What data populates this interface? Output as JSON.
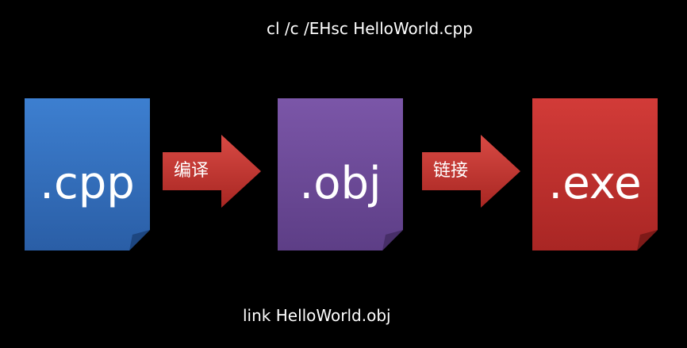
{
  "commands": {
    "compile": "cl /c /EHsc HelloWorld.cpp",
    "link": "link HelloWorld.obj"
  },
  "files": {
    "cpp": {
      "label": ".cpp",
      "color_top": "#3d7fd0",
      "color_bottom": "#2a5ea6"
    },
    "obj": {
      "label": ".obj",
      "color_top": "#7b56a8",
      "color_bottom": "#5d3e86"
    },
    "exe": {
      "label": ".exe",
      "color_top": "#d23b38",
      "color_bottom": "#a92624"
    }
  },
  "arrows": {
    "compile": {
      "label": "编译",
      "color": "#c0302c"
    },
    "link": {
      "label": "链接",
      "color": "#c0302c"
    }
  }
}
